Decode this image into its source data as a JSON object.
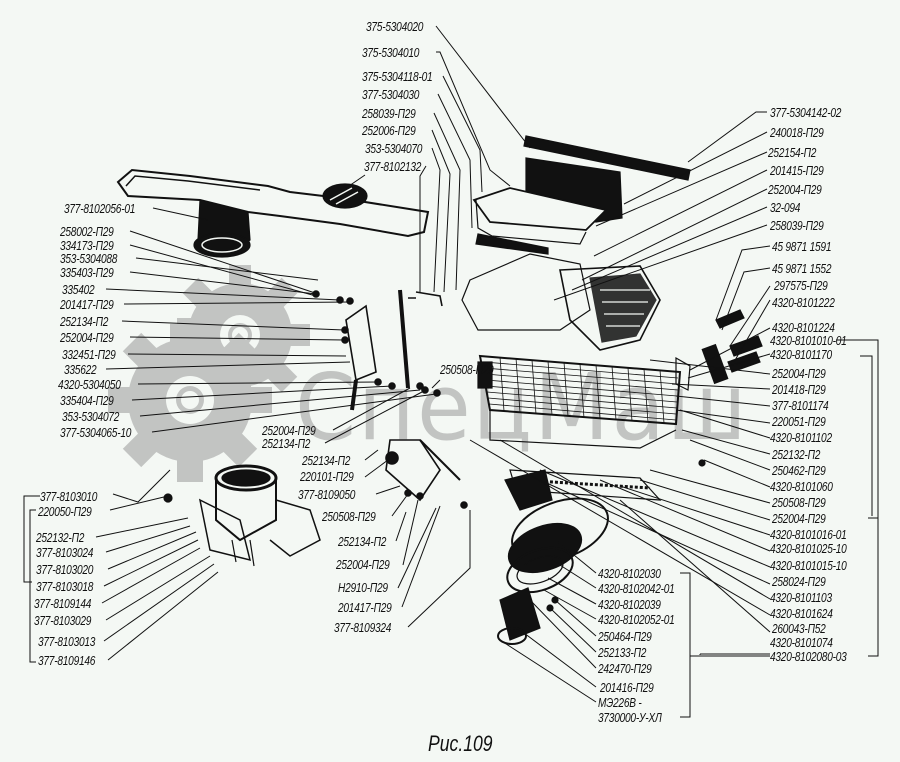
{
  "figure": {
    "caption": "Рис.109",
    "watermark": "СпецМаш",
    "watermark_icon": "gears-icon",
    "colors": {
      "background": "#f4f8f4",
      "ink": "#111111",
      "watermark": "#9a9a9a"
    }
  },
  "labels": {
    "top_center": [
      "375-5304020",
      "375-5304010",
      "375-5304118-01",
      "377-5304030",
      "258039-П29",
      "252006-П29",
      "353-5304070",
      "377-8102132"
    ],
    "left_upper": [
      "377-8102056-01",
      "258002-П29",
      "334173-П29",
      "353-5304088",
      "335403-П29",
      "335402",
      "201417-П29",
      "252134-П2",
      "252004-П29",
      "332451-П29",
      "335622",
      "4320-5304050",
      "335404-П29",
      "353-5304072",
      "377-5304065-10"
    ],
    "right_column": [
      "377-5304142-02",
      "240018-П29",
      "252154-П2",
      "201415-П29",
      "252004-П29",
      "32-094",
      "258039-П29",
      "45 9871 1591",
      "45 9871 1552",
      "297575-П29",
      "4320-8101222",
      "4320-8101224",
      "4320-8101010-01",
      "4320-8101170",
      "252004-П29",
      "201418-П29",
      "377-8101174",
      "220051-П29",
      "4320-8101102",
      "252132-П2",
      "250462-П29",
      "4320-8101060",
      "250508-П29",
      "252004-П29",
      "4320-8101016-01",
      "4320-8101025-10",
      "4320-8101015-10",
      "258024-П29",
      "4320-8101103",
      "4320-8101624",
      "260043-П52",
      "4320-8101074",
      "4320-8102080-03"
    ],
    "center_mid": [
      "250508-П29",
      "252004-П29",
      "252134-П2",
      "252134-П2",
      "220101-П29",
      "377-8109050",
      "250508-П29"
    ],
    "center_lower": [
      "252134-П2",
      "252004-П29",
      "Н2910-П29",
      "201417-П29",
      "377-8109324"
    ],
    "left_lower": [
      "377-8103010",
      "220050-П29",
      "252132-П2",
      "377-8103024",
      "377-8103020",
      "377-8103018",
      "377-8109144",
      "377-8103029",
      "377-8103013",
      "377-8109146"
    ],
    "bottom_center": [
      "4320-8102030",
      "4320-8102042-01",
      "4320-8102039",
      "4320-8102052-01",
      "250464-П29",
      "252133-П2",
      "242470-П29",
      "201416-П29",
      "МЭ226В -",
      "3730000-У-ХЛ"
    ]
  }
}
